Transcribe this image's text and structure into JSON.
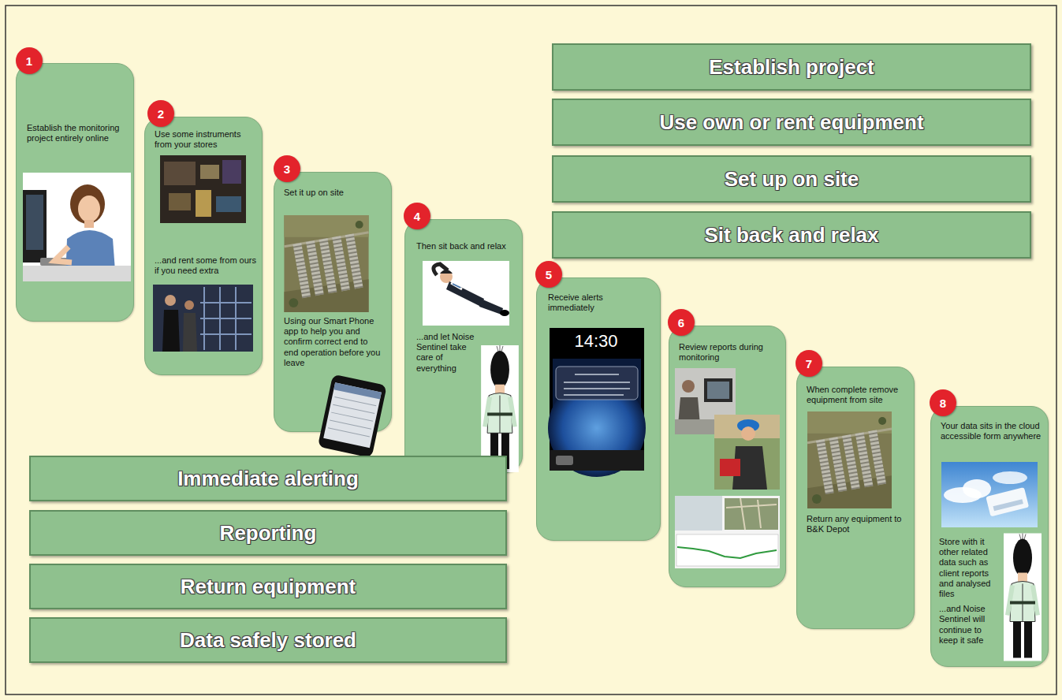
{
  "diagram": {
    "nodes": [
      {
        "text": [
          "Establish the monitoring project entirely online"
        ]
      },
      {
        "text": [
          "1"
        ],
        "in": 0
      },
      {
        "text": [
          "Use some instruments from your stores",
          "...and rent some from ours if you need extra"
        ]
      },
      {
        "text": [
          "2"
        ],
        "in": 2
      },
      {
        "text": [
          "Set it up on site",
          "Using our Smart Phone app to help you and confirm correct end to end operation before you leave"
        ]
      },
      {
        "text": [
          "3"
        ],
        "in": 4
      },
      {
        "text": [
          "Then sit back and relax",
          "...and let Noise Sentinel take care of everything"
        ]
      },
      {
        "text": [
          "4"
        ],
        "in": 6
      },
      {
        "text": [
          "Receive alerts immediately"
        ]
      },
      {
        "text": [
          "5"
        ],
        "in": 8
      },
      {
        "text": [
          "Review reports during monitoring"
        ]
      },
      {
        "text": [
          "6"
        ],
        "in": 10
      },
      {
        "text": [
          "When complete remove equipment from site",
          "Return any equipment to B&K Depot"
        ]
      },
      {
        "text": [
          "7"
        ],
        "in": 12
      },
      {
        "text": [
          "Your data sits in the cloud accessible form anywhere",
          "Store with it other related data such as client reports and analysed files",
          "...and Noise Sentinel will continue to keep it safe"
        ]
      },
      {
        "text": [
          "8"
        ],
        "in": 14
      },
      {
        "text": [
          "Establish project"
        ]
      },
      {
        "text": [
          "Use own or rent equipment"
        ]
      },
      {
        "text": [
          "Set up on site"
        ]
      },
      {
        "text": [
          "Sit back and relax"
        ]
      },
      {
        "text": [
          "Immediate alerting"
        ]
      },
      {
        "text": [
          "Reporting"
        ]
      },
      {
        "text": [
          "Return equipment"
        ]
      },
      {
        "text": [
          "Data safely stored"
        ]
      }
    ],
    "labels": [
      "14:30"
    ]
  }
}
